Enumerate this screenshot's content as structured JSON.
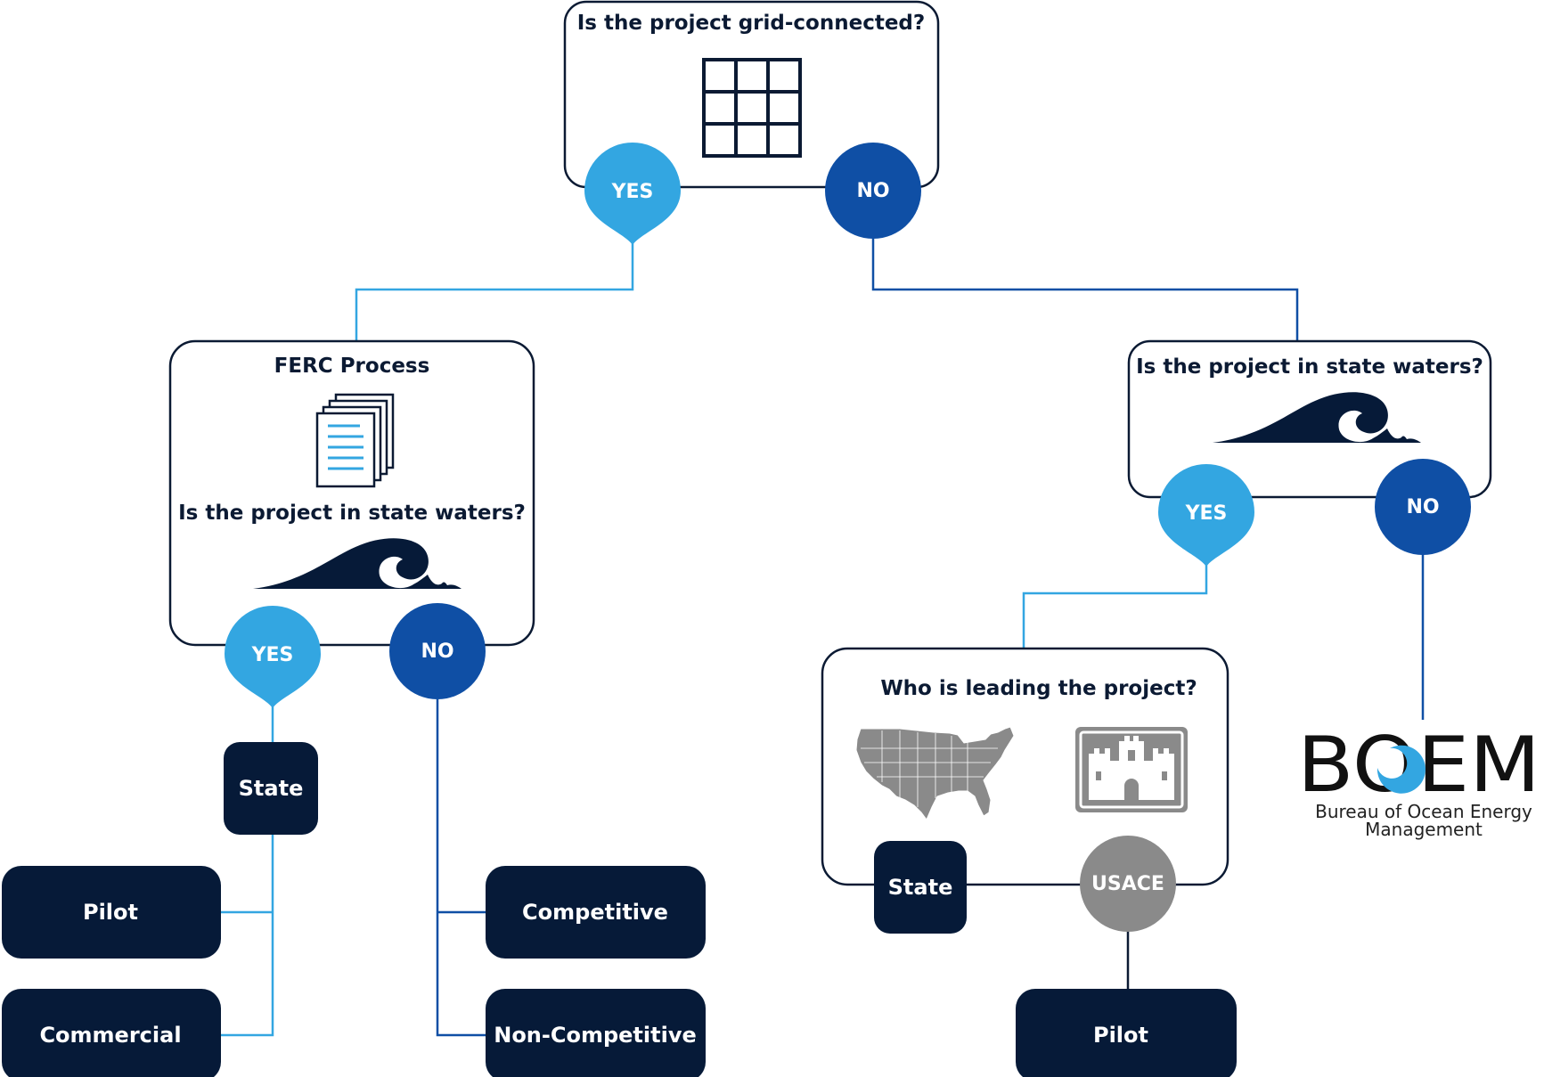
{
  "colors": {
    "navy": "#061a38",
    "yes_blue": "#33a6e1",
    "no_blue": "#0f4fa5",
    "gray": "#8a8a8a",
    "light_line": "#33a6e1",
    "dark_line": "#0f4fa5"
  },
  "root": {
    "question": "Is the project grid-connected?",
    "icon": "grid-icon",
    "yes": "YES",
    "no": "NO"
  },
  "ferc": {
    "title": "FERC Process",
    "title_icon": "documents-icon",
    "question": "Is the project in state waters?",
    "question_icon": "wave-icon",
    "yes": "YES",
    "no": "NO",
    "state": "State",
    "state_options": [
      "Pilot",
      "Commercial"
    ],
    "no_options": [
      "Competitive",
      "Non-Competitive"
    ]
  },
  "offgrid": {
    "question": "Is the project in state waters?",
    "question_icon": "wave-icon",
    "yes": "YES",
    "no": "NO",
    "leader": {
      "question": "Who is leading the project?",
      "icons": [
        "usa-map-icon",
        "usace-castle-icon"
      ],
      "state": "State",
      "usace": "USACE",
      "usace_option": "Pilot"
    },
    "boem": {
      "logo_text": "BOEM",
      "subtitle_line1": "Bureau of Ocean Energy",
      "subtitle_line2": "Management"
    }
  }
}
